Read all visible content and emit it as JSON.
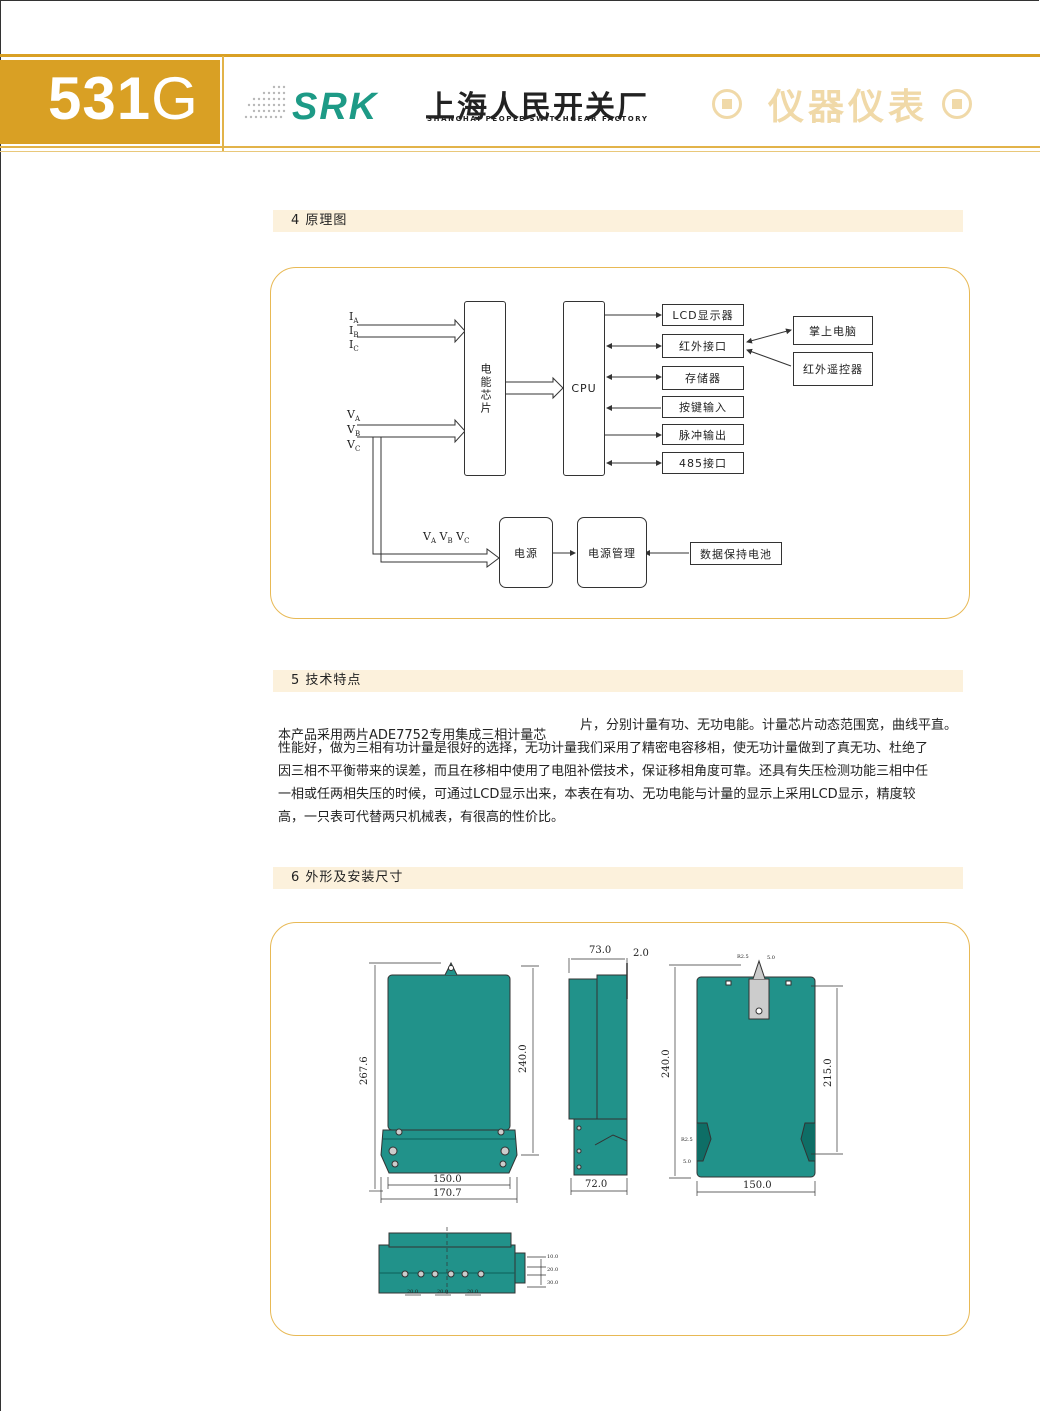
{
  "header": {
    "model_number": "531",
    "model_suffix": "G",
    "brand": "SRK",
    "company_cn": "上海人民开关厂",
    "company_en": "SHANGHAI PEOPLE SWITCHGEAR FACTORY",
    "category": "仪器仪表"
  },
  "colors": {
    "accent": "#d9a024",
    "brand": "#1d9a86",
    "device_body": "#21928a",
    "section_bg": "#fcf1dc",
    "panel_border": "#e8b955"
  },
  "sections": [
    {
      "title": "4 原理图"
    },
    {
      "title": "5 技术特点"
    },
    {
      "title": "6 外形及安装尺寸"
    }
  ],
  "schematic": {
    "current_inputs": [
      {
        "base": "I",
        "sub": "A"
      },
      {
        "base": "I",
        "sub": "B"
      },
      {
        "base": "I",
        "sub": "C"
      }
    ],
    "voltage_inputs": [
      {
        "base": "V",
        "sub": "A"
      },
      {
        "base": "V",
        "sub": "B"
      },
      {
        "base": "V",
        "sub": "C"
      }
    ],
    "power_inputs": [
      {
        "base": "V",
        "sub": "A"
      },
      {
        "base": "V",
        "sub": "B"
      },
      {
        "base": "V",
        "sub": "C"
      }
    ],
    "energy_chip": "电能芯片",
    "cpu": "CPU",
    "peripherals": [
      "LCD显示器",
      "红外接口",
      "存储器",
      "按键输入",
      "脉冲输出",
      "485接口"
    ],
    "external": [
      "掌上电脑",
      "红外遥控器"
    ],
    "power_supply": "电源",
    "power_management": "电源管理",
    "battery": "数据保持电池"
  },
  "features": {
    "line1_a": "本产品采用两片ADE7752专用集成三相计量芯",
    "line1_b": "片，分别计量有功、无功电能。计量芯片动态范围宽，曲线平直。",
    "lines": [
      "性能好，做为三相有功计量是很好的选择，无功计量我们采用了精密电容移相，使无功计量做到了真无功、杜绝了",
      "因三相不平衡带来的误差，而且在移相中使用了电阻补偿技术，保证移相角度可靠。还具有失压检测功能三相中任",
      "一相或任两相失压的时候，可通过LCD显示出来，本表在有功、无功电能与计量的显示上采用LCD显示，精度较",
      "高，一只表可代替两只机械表，有很高的性价比。"
    ]
  },
  "dimensions": {
    "front_height": "267.6",
    "front_body_height": "240.0",
    "front_width_inner": "150.0",
    "front_width_outer": "170.7",
    "side_depth": "73.0",
    "side_hook": "2.0",
    "side_base": "72.0",
    "back_height": "240.0",
    "back_mount": "215.0",
    "back_width": "150.0",
    "back_r1": "R2.5",
    "back_r2": "5.0",
    "back_r3": "R2.5",
    "back_r4": "5.0",
    "bottom_pitch": [
      "20.0",
      "20.0",
      "20.0"
    ],
    "bottom_heights": [
      "10.0",
      "20.0",
      "30.0"
    ]
  }
}
